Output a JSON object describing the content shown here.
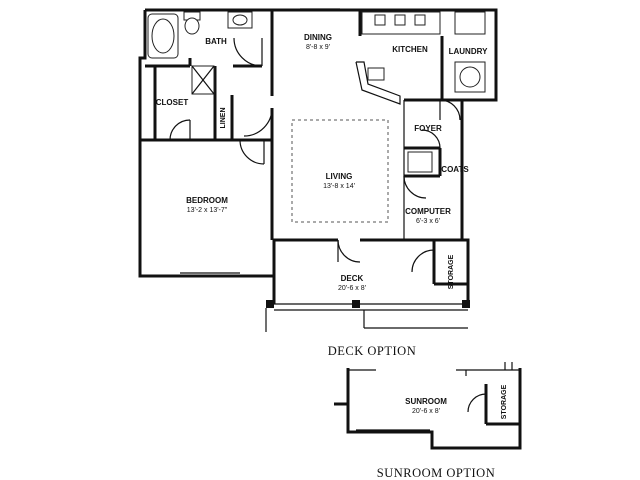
{
  "rooms": {
    "bath": {
      "name": "BATH"
    },
    "dining": {
      "name": "DINING",
      "size": "8'-8 x 9'"
    },
    "kitchen": {
      "name": "KITCHEN"
    },
    "laundry": {
      "name": "LAUNDRY"
    },
    "closet": {
      "name": "CLOSET"
    },
    "linen": {
      "name": "LINEN"
    },
    "foyer": {
      "name": "FOYER"
    },
    "coats": {
      "name": "COATS"
    },
    "living": {
      "name": "LIVING",
      "size": "13'-8 x 14'"
    },
    "computer": {
      "name": "COMPUTER",
      "size": "6'-3 x 6'"
    },
    "bedroom": {
      "name": "BEDROOM",
      "size": "13'-2 x 13'-7\""
    },
    "deck": {
      "name": "DECK",
      "size": "20'-6 x 8'"
    },
    "storage": {
      "name": "STORAGE"
    },
    "sunroom": {
      "name": "SUNROOM",
      "size": "20'-6 x 8'"
    },
    "sunroom_storage": {
      "name": "STORAGE"
    }
  },
  "captions": {
    "deck_option": "DECK OPTION",
    "sunroom_option": "SUNROOM OPTION"
  }
}
